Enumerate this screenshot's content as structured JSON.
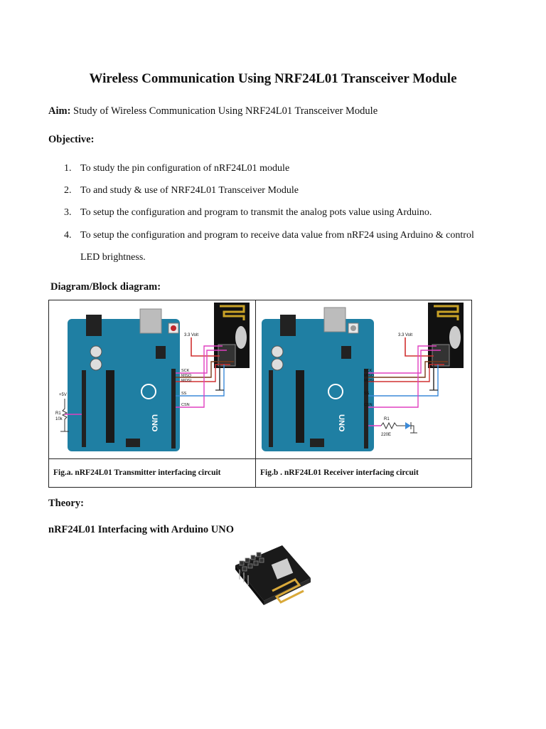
{
  "title": "Wireless Communication Using NRF24L01 Transceiver Module",
  "aim": {
    "label": "Aim:",
    "text": "Study of Wireless Communication Using NRF24L01 Transceiver Module"
  },
  "objective": {
    "heading": "Objective:",
    "items": [
      {
        "num": "1.",
        "text": "To study the pin configuration of nRF24L01 module"
      },
      {
        "num": "2.",
        "text": "To and study & use of NRF24L01 Transceiver Module"
      },
      {
        "num": "3.",
        "text": "To setup the configuration and program to transmit the analog pots value using Arduino."
      },
      {
        "num": "4.",
        "text": "To setup the configuration and program to receive data value from nRF24 using Arduino & control LED brightness."
      }
    ]
  },
  "diagram": {
    "heading": "Diagram/Block diagram:",
    "fig_a": {
      "caption": "Fig.a. nRF24L01 Transmitter interfacing circuit",
      "labels": {
        "volt": "3.3 Volt",
        "sck": "SCK",
        "miso": "MISO",
        "mosi": "MOSI",
        "ss": "SS",
        "csn": "CSN",
        "plus5": "+5V",
        "r1": "R1",
        "r1val": "10k",
        "uno": "UNO"
      }
    },
    "fig_b": {
      "caption": "Fig.b . nRF24L01 Receiver interfacing circuit",
      "labels": {
        "volt": "3.3 Volt",
        "sck": "SCK",
        "miso": "MISO",
        "mosi": "MOSI",
        "ss": "SS",
        "csn": "CSN",
        "r1": "R1",
        "r1val": "220E",
        "uno": "UNO"
      }
    }
  },
  "theory": {
    "heading": "Theory:",
    "subheading": "nRF24L01 Interfacing with Arduino UNO"
  },
  "colors": {
    "arduino_blue": "#1f7fa3",
    "wire_red": "#d03030",
    "wire_magenta": "#e040c0",
    "wire_blue": "#3c8ad8",
    "wire_brown": "#7a3a1a"
  }
}
